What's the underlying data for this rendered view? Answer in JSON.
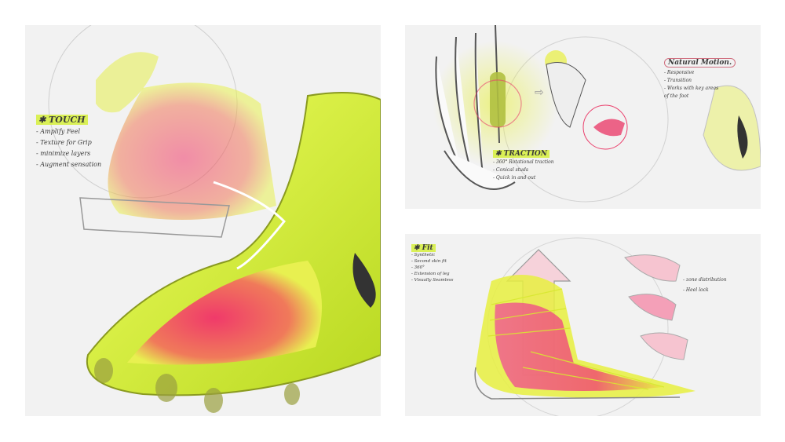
{
  "touch": {
    "title": "✱ TOUCH",
    "items": [
      "- Amplify Feel",
      "- Texture for Grip",
      "- minimize layers",
      "- Augment sensation"
    ]
  },
  "traction": {
    "title": "✱ TRACTION",
    "items": [
      "- 360° Rotational traction",
      "- Conical studs",
      "- Quick in and out"
    ]
  },
  "natural_motion": {
    "title": "Natural Motion.",
    "items": [
      "- Responsive",
      "- Transition",
      "- Works with key areas",
      "  of the foot"
    ]
  },
  "fit": {
    "title": "✱ Fit",
    "items": [
      "- Synthetic",
      "- Second skin fit",
      "- 360°",
      "- Extension of leg",
      "- Visually Seamless"
    ]
  },
  "fit_side": {
    "items": [
      "- zone distribution",
      "- Heel lock"
    ]
  },
  "colors": {
    "volt": "#d6f03c",
    "pink": "#ea3f6c",
    "grey": "#f2f2f2"
  }
}
